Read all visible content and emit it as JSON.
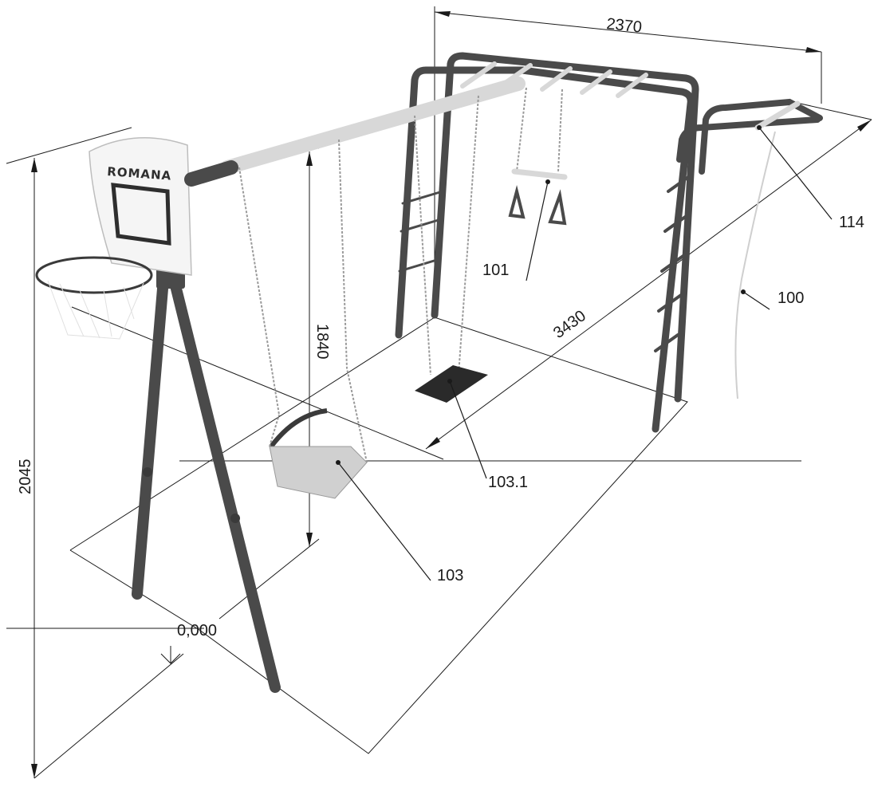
{
  "brand": {
    "logo_text": "ROMANA"
  },
  "dimensions": {
    "width_top": "2370",
    "length_diag": "3430",
    "height_total": "2045",
    "height_swing": "1840",
    "zero_level": "0,000"
  },
  "callouts": {
    "rope": "100",
    "rings_trapeze": "101",
    "swing_seat": "103",
    "swing_board": "103.1",
    "handle_bar": "114"
  },
  "colors": {
    "frame": "#4a4a4a",
    "crossbar": "#e0e0e0",
    "backboard": "#f5f5f5",
    "seat": "#d0d0d0",
    "board": "#2a2a2a"
  }
}
